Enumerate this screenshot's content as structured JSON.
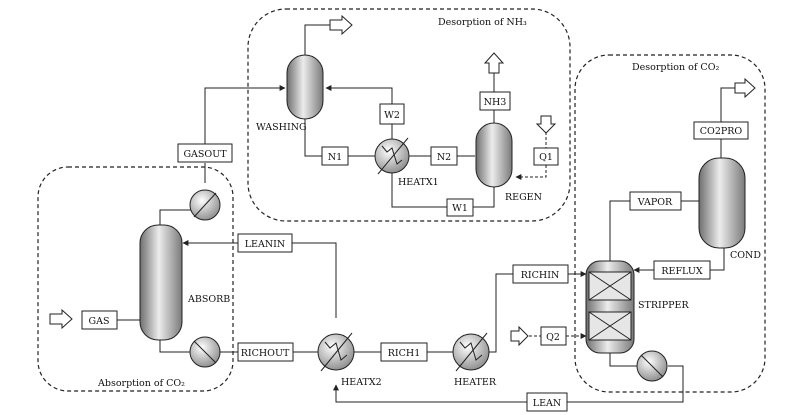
{
  "zones": {
    "nh3": "Desorption of NH₃",
    "co2": "Desorption of CO₂",
    "absorption": "Absorption of CO₂"
  },
  "units": {
    "washing": "WASHING",
    "regen": "REGEN",
    "heatx1": "HEATX1",
    "absorb": "ABSORB",
    "heatx2": "HEATX2",
    "heater": "HEATER",
    "stripper": "STRIPPER",
    "cond": "COND"
  },
  "streams": {
    "gasout": "GASOUT",
    "w2": "W2",
    "n1": "N1",
    "n2": "N2",
    "nh3": "NH3",
    "q1": "Q1",
    "w1": "W1",
    "leanin": "LEANIN",
    "gas": "GAS",
    "richout": "RICHOUT",
    "rich1": "RICH1",
    "richin": "RICHIN",
    "q2": "Q2",
    "lean": "LEAN",
    "vapor": "VAPOR",
    "reflux": "REFLUX",
    "co2pro": "CO2PRO"
  }
}
